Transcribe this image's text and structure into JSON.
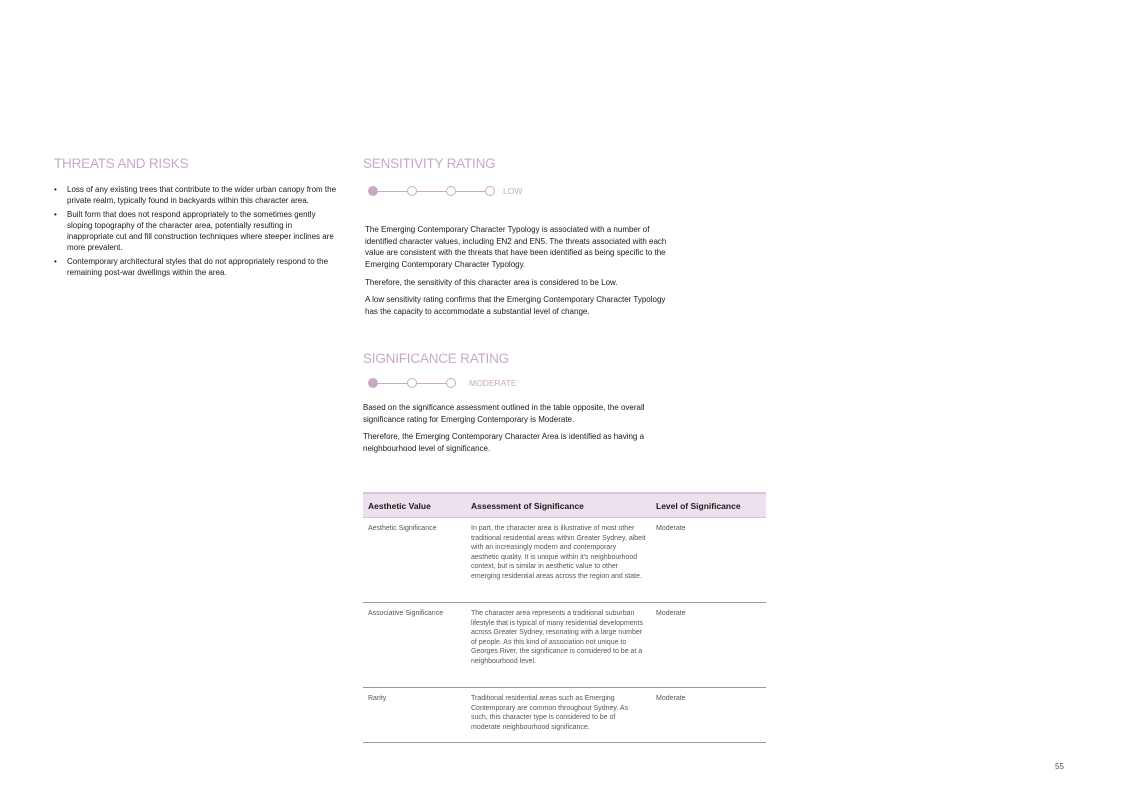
{
  "threats": {
    "heading": "THREATS AND RISKS",
    "items": [
      "Loss of any existing trees that contribute to the wider urban canopy from the private realm, typically found in backyards within this character area.",
      "Built form that does not respond appropriately to the sometimes gently sloping topography of the character area, potentially resulting in inappropriate cut and fill construction techniques where steeper inclines are more prevalent.",
      "Contemporary architectural styles that do not appropriately respond to the remaining post-war dwellings within the area."
    ]
  },
  "sensitivity": {
    "heading": "SENSITIVITY RATING",
    "rating": "LOW",
    "scale_steps": 4,
    "scale_level": 1,
    "paragraphs": [
      "The Emerging Contemporary Character Typology is associated with a number of identified character values, including  EN2 and EN5. The threats associated with each value are consistent with the threats that have been identified as being specific to the Emerging Contemporary Character Typology.",
      "Therefore, the sensitivity of this character area is considered to be Low.",
      "A low sensitivity rating confirms that the Emerging Contemporary Character Typology has the capacity to accommodate a substantial level of change."
    ]
  },
  "significance": {
    "heading": "SIGNIFICANCE RATING",
    "rating": "MODERATE",
    "scale_steps": 3,
    "scale_level": 1,
    "paragraphs": [
      "Based on the significance assessment outlined in the table opposite, the overall significance rating for Emerging Contemporary is Moderate.",
      "Therefore, the Emerging Contemporary Character Area is identified as having a neighbourhood level of significance."
    ]
  },
  "table": {
    "headers": [
      "Aesthetic Value",
      "Assessment of Significance",
      "Level of Significance"
    ],
    "rows": [
      [
        "Aesthetic Significance",
        "In part, the character area is illustrative of most other traditional residential areas within Greater Sydney, albeit with an increasingly modern and contemporary aesthetic quality. It is unique within it's neighbourhood context, but is similar in aesthetic value to other emerging residential areas across the region and state.",
        "Moderate"
      ],
      [
        "Associative Significance",
        "The character area represents a traditional suburban lifestyle that is typical of many residential developments across Greater Sydney, resonating with a large number of people. As this kind of association not unique to Georges River, the significance is considered to be at a neighbourhood level.",
        "Moderate"
      ],
      [
        "Rarity",
        "Traditional residential areas such as Emerging Contemporary are common throughout Sydney. As such, this character type is considered to be of moderate neighbourhood significance.",
        "Moderate"
      ]
    ]
  },
  "page_number": "55",
  "colors": {
    "accent": "#c9a9c8",
    "table_header_bg": "#ece1ec"
  }
}
